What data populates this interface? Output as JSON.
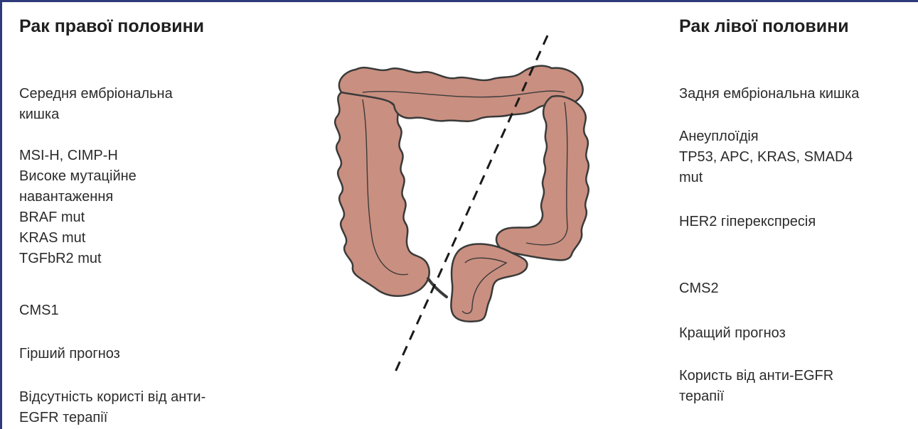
{
  "right": {
    "title": "Рак правої половини",
    "groups": [
      [
        "Середня ембріональна",
        "кишка"
      ],
      [
        "MSI-H, CIMP-H",
        "Високе мутаційне",
        "навантаження",
        "BRAF mut",
        "KRAS mut",
        "TGFbR2 mut"
      ],
      [
        "CMS1"
      ],
      [
        "Гірший прогноз"
      ],
      [
        "Відсутність користі від анти-",
        "EGFR терапії"
      ]
    ]
  },
  "left": {
    "title": "Рак лівої половини",
    "groups": [
      [
        "Задня ембріональна кишка"
      ],
      [
        "Анеуплоїдія",
        "TP53, APC, KRAS, SMAD4",
        "mut"
      ],
      [
        "HER2 гіперекспресія"
      ],
      [
        "CMS2"
      ],
      [
        "Кращий прогноз"
      ],
      [
        "Користь від анти-EGFR",
        "терапії"
      ]
    ]
  },
  "colors": {
    "frame": "#2f3a7a",
    "colon_fill": "#c98f80",
    "colon_stroke": "#3a3a3a"
  },
  "diagram": {
    "icon": "colon-illustration",
    "divider": "dashed-diagonal-line"
  }
}
